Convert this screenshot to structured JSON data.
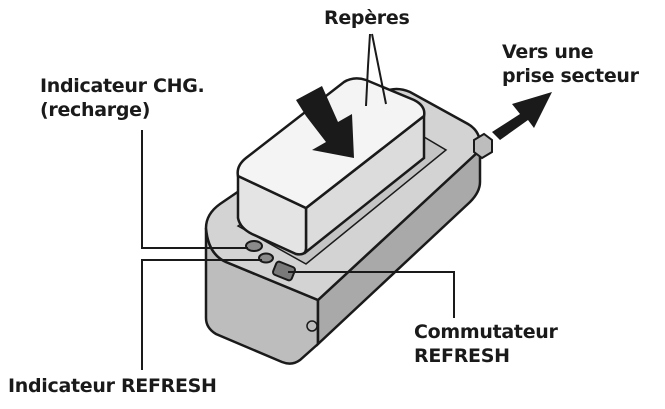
{
  "labels": {
    "reperes": "Repères",
    "prise_line1": "Vers une",
    "prise_line2": "prise secteur",
    "chg_line1": "Indicateur CHG.",
    "chg_line2": "(recharge)",
    "commutateur_line1": "Commutateur",
    "commutateur_line2": "REFRESH",
    "refresh_indicator": "Indicateur REFRESH"
  },
  "colors": {
    "outline": "#1a1a1a",
    "charger_body": "#cfcfcf",
    "charger_shade": "#a9a9a9",
    "battery": "#f2f2f2",
    "background": "#ffffff"
  },
  "icons": {
    "insert_arrow": "arrow-down-right-icon",
    "plug_arrow": "arrow-up-right-icon"
  }
}
